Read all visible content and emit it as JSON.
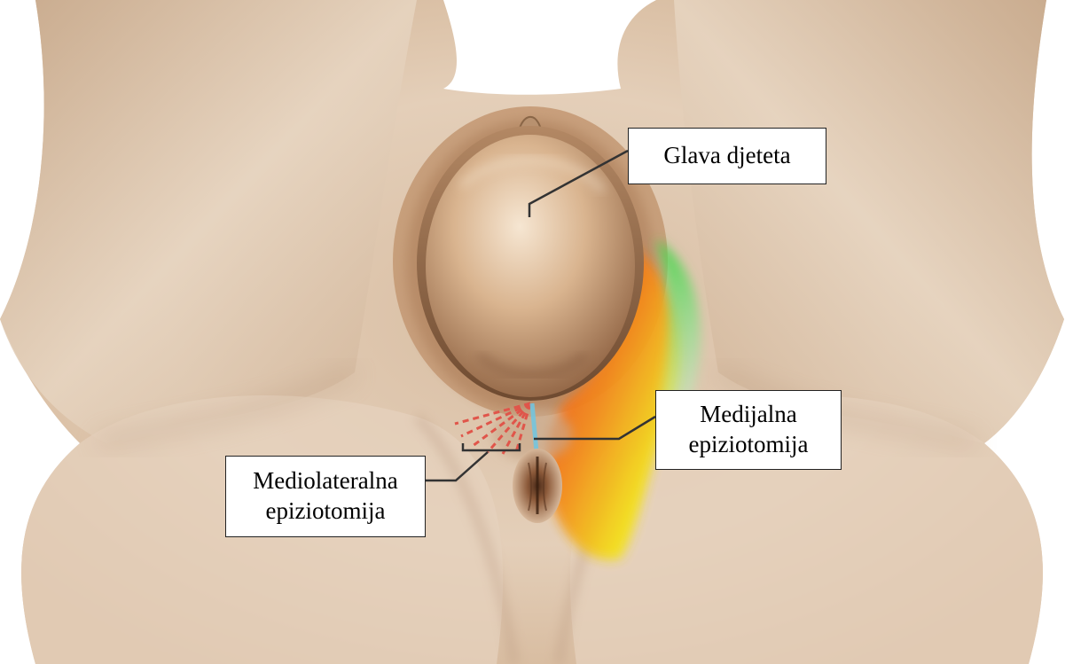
{
  "figure": {
    "colors": {
      "skin_light": "#e8d3bd",
      "skin_mid": "#c9a789",
      "skin_dark": "#8a5f3e",
      "head": "#d9b48f",
      "tear_red": "#e8331c",
      "tear_orange": "#f38a1c",
      "tear_yellow": "#f3e21e",
      "tear_green": "#46d146",
      "incision": "#e0554a"
    },
    "icons": [
      "perineum-illustration",
      "baby-head",
      "anus",
      "tear-gradient",
      "incision-lines"
    ]
  },
  "labels": {
    "head": {
      "line1": "Glava djeteta"
    },
    "medial": {
      "line1": "Medijalna",
      "line2": "epiziotomija"
    },
    "mediolateral": {
      "line1": "Mediolateralna",
      "line2": "epiziotomija"
    }
  }
}
